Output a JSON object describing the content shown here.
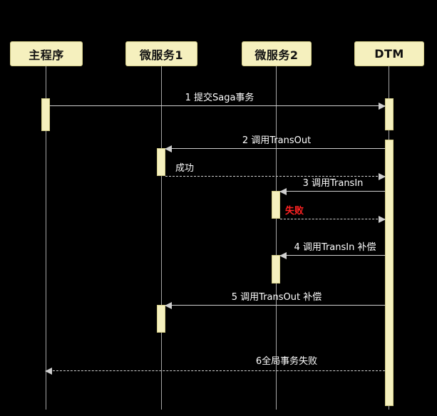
{
  "diagram": {
    "type": "sequence-diagram",
    "topic": "DTM Saga failure-compensation flow",
    "participants": [
      {
        "id": "main",
        "label": "主程序"
      },
      {
        "id": "ms1",
        "label": "微服务1"
      },
      {
        "id": "ms2",
        "label": "微服务2"
      },
      {
        "id": "dtm",
        "label": "DTM"
      }
    ],
    "messages": [
      {
        "label": "1 提交Saga事务",
        "from": "主程序",
        "to": "DTM",
        "style": "solid",
        "status": "normal"
      },
      {
        "label": "2 调用TransOut",
        "from": "DTM",
        "to": "微服务1",
        "style": "solid",
        "status": "normal"
      },
      {
        "label": "成功",
        "from": "微服务1",
        "to": "DTM",
        "style": "dashed",
        "status": "success"
      },
      {
        "label": "3 调用TransIn",
        "from": "DTM",
        "to": "微服务2",
        "style": "solid",
        "status": "normal"
      },
      {
        "label": "失败",
        "from": "微服务2",
        "to": "DTM",
        "style": "dashed",
        "status": "failure"
      },
      {
        "label": "4 调用TransIn 补偿",
        "from": "DTM",
        "to": "微服务2",
        "style": "solid",
        "status": "normal"
      },
      {
        "label": "5 调用TransOut 补偿",
        "from": "DTM",
        "to": "微服务1",
        "style": "solid",
        "status": "normal"
      },
      {
        "label": "6全局事务失败",
        "from": "DTM",
        "to": "主程序",
        "style": "dashed",
        "status": "normal"
      }
    ],
    "colors": {
      "background": "#000000",
      "actor-fill": "#f5f0be",
      "actor-border": "#d4cd88",
      "actor-text": "#111111",
      "line": "#cfcfcf",
      "text": "#ffffff",
      "failure": "#ff2222"
    }
  }
}
